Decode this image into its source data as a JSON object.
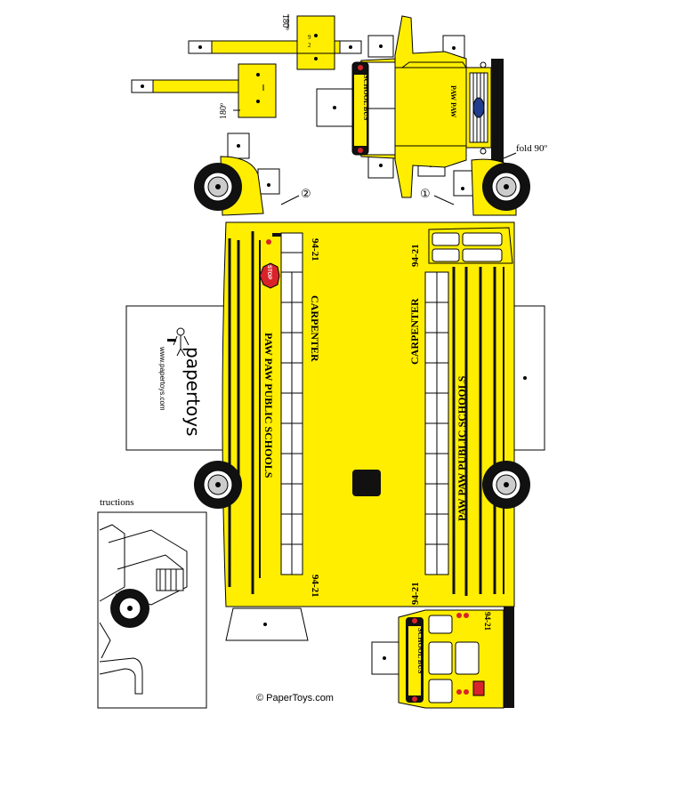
{
  "colors": {
    "bus_yellow": "#ffee00",
    "outline": "#000000",
    "tab_white": "#ffffff",
    "stop_red": "#d8232a"
  },
  "annotations": {
    "rotate_top": "180º",
    "rotate_left": "180º",
    "fold": "fold 90º",
    "marker_1": "①",
    "marker_2": "②"
  },
  "hood": {
    "nameplate": "PAW PAW",
    "sign": "SCHOOL BUS"
  },
  "side": {
    "school_name": "PAW PAW PUBLIC SCHOOLS",
    "driver": "CARPENTER",
    "bus_number": "94-21",
    "stop_sign": "STOP"
  },
  "rear": {
    "sign": "SCHOOL BUS",
    "bus_number": "94-21"
  },
  "logo": {
    "brand": "papertoys",
    "url": "www.papertoys.com"
  },
  "instructions": {
    "title": "tructions"
  },
  "footer": {
    "copyright": "© PaperToys.com"
  }
}
